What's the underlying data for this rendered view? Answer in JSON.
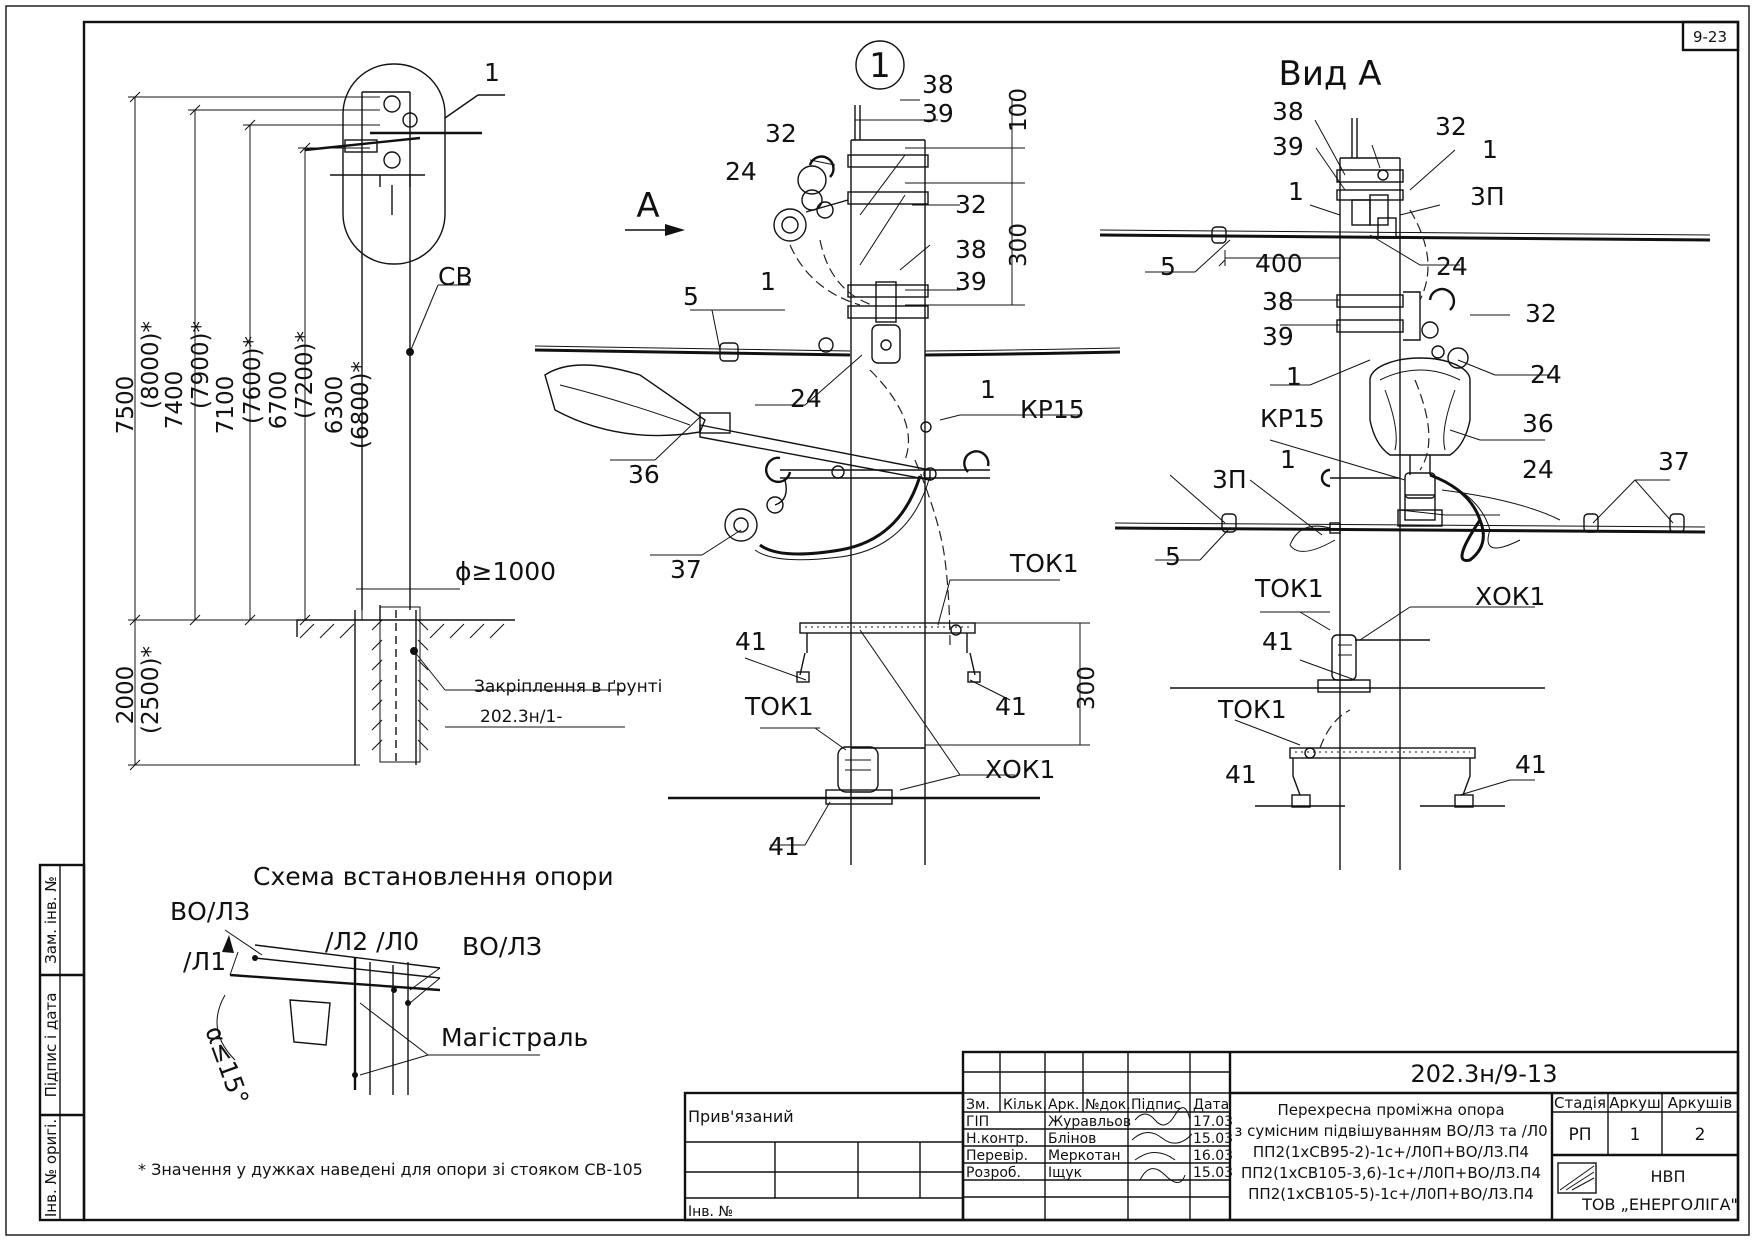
{
  "sheet_code": "9-23",
  "detail_number": "1",
  "view_a_title": "Вид А",
  "arrow_a": "A",
  "labels": {
    "pole_1": "1",
    "cv": "СВ",
    "d_7500": "7500",
    "d_8000": "(8000)*",
    "d_7400": "7400",
    "d_7900": "(7900)*",
    "d_7100": "7100",
    "d_7600": "(7600)*",
    "d_6700": "6700",
    "d_7200": "(7200)*",
    "d_6300": "6300",
    "d_6800": "(6800)*",
    "d_2000": "2000",
    "d_2500": "(2500)*",
    "diam": "ϕ≥1000",
    "fix_ground": "Закріплення в ґрунті",
    "fix_code": "202.3н/1-",
    "m_38a": "38",
    "m_39a": "39",
    "m_32a": "32",
    "m_24a": "24",
    "m_32b": "32",
    "m_38b": "38",
    "m_39b": "39",
    "m_5": "5",
    "m_1a": "1",
    "m_24b": "24",
    "m_1b": "1",
    "m_kp15": "КР15",
    "m_36": "36",
    "m_37": "37",
    "m_tok1a": "ТОК1",
    "m_41a": "41",
    "m_41b": "41",
    "m_tok1b": "ТОК1",
    "m_xok1": "ХОК1",
    "m_41c": "41",
    "d_100": "100",
    "d_300a": "300",
    "d_300b": "300",
    "v_38a": "38",
    "v_39a": "39",
    "v_32a": "32",
    "v_1a": "1",
    "v_1b": "1",
    "v_3pa": "3П",
    "v_5a": "5",
    "v_400": "400",
    "v_24a": "24",
    "v_38b": "38",
    "v_39b": "39",
    "v_32b": "32",
    "v_1c": "1",
    "v_24b": "24",
    "v_kp15": "КР15",
    "v_36": "36",
    "v_3pb": "3П",
    "v_1d": "1",
    "v_24c": "24",
    "v_37": "37",
    "v_5b": "5",
    "v_tok1a": "ТОК1",
    "v_xok1": "ХОК1",
    "v_41a": "41",
    "v_tok1b": "ТОК1",
    "v_41b": "41",
    "v_41c": "41"
  },
  "scheme": {
    "title": "Схема встановлення опори",
    "vo13_left": "ВО/ЛЗ",
    "l1": "/Л1",
    "l2l0": "/Л2 /Л0",
    "vo13_right": "ВО/ЛЗ",
    "angle": "α≤15°",
    "main": "Магістраль"
  },
  "footnote": "* Значення у дужках наведені для опори зі стояком СВ-105",
  "side_stamp": {
    "zam_inv": "Зам. інв. №",
    "pidpys": "Підпис і дата",
    "inv_orig": "Інв. № оригі."
  },
  "title_block": {
    "privyazaniy": "Прив'язаний",
    "inv_no": "Інв. №",
    "headers": [
      "Зм.",
      "Кільк.",
      "Арк.",
      "№док.",
      "Підпис",
      "Дата"
    ],
    "rows": [
      {
        "role": "ГІП",
        "name": "Журавльов",
        "date": "17.03"
      },
      {
        "role": "Н.контр.",
        "name": "Блінов",
        "date": "15.03"
      },
      {
        "role": "Перевір.",
        "name": "Меркотан",
        "date": "16.03"
      },
      {
        "role": "Розроб.",
        "name": "Іщук",
        "date": "15.03"
      }
    ],
    "doc_code": "202.3н/9-13",
    "description": [
      "Перехресна проміжна опора",
      "з сумісним підвішуванням ВО/ЛЗ та /Л0",
      "ПП2(1хСВ95-2)-1с+/Л0П+ВО/ЛЗ.П4",
      "ПП2(1хСВ105-3,6)-1с+/Л0П+ВО/ЛЗ.П4",
      "ПП2(1хСВ105-5)-1с+/Л0П+ВО/ЛЗ.П4"
    ],
    "stage_label": "Стадія",
    "sheet_label": "Аркуш",
    "sheets_label": "Аркушів",
    "stage": "РП",
    "sheet": "1",
    "sheets": "2",
    "org1": "НВП",
    "org2": "ТОВ „ЕНЕРГОЛІГА\""
  }
}
